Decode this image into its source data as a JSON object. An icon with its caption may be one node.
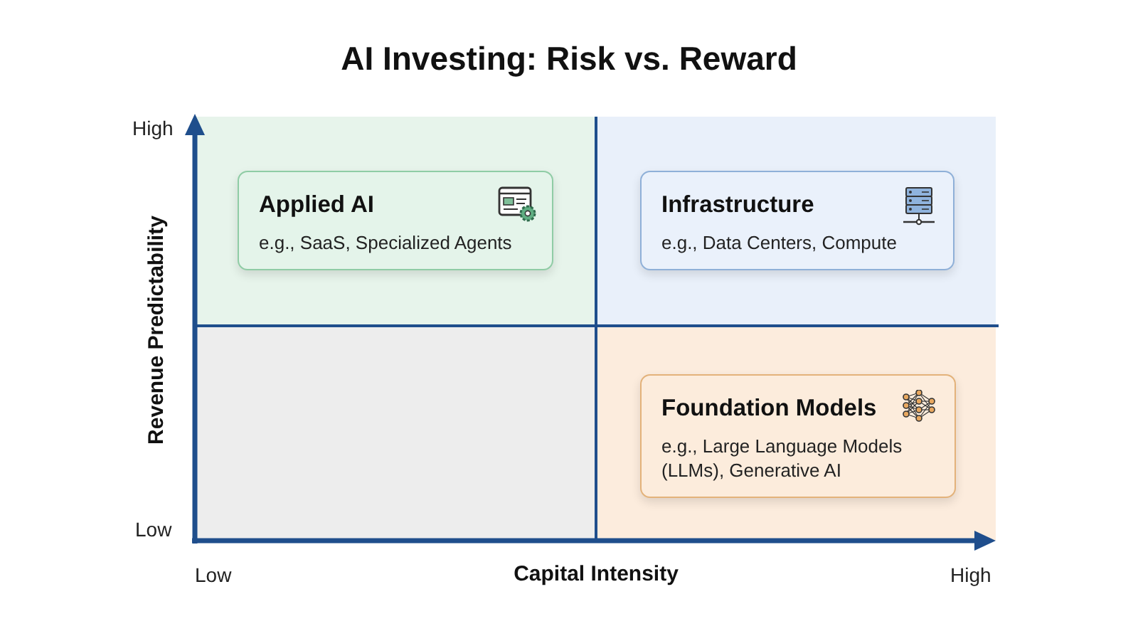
{
  "diagram": {
    "title": "AI Investing: Risk vs. Reward",
    "nodes": [
      {
        "text": [
          "Applied AI",
          "e.g., SaaS, Specialized Agents"
        ]
      },
      {
        "text": [
          "Infrastructure",
          "e.g., Data Centers, Compute"
        ]
      },
      {
        "text": [
          "Foundation Models",
          "e.g., Large Language Models (LLMs), Generative AI"
        ]
      }
    ],
    "labels": [
      "High",
      "Revenue Predictability",
      "Low",
      "Low",
      "Capital Intensity",
      "High"
    ]
  }
}
